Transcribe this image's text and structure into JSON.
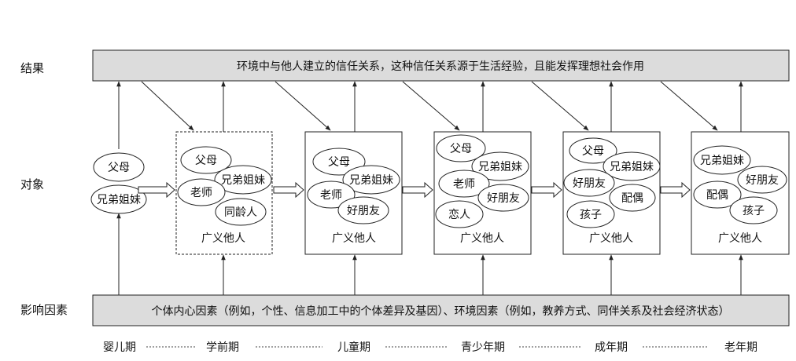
{
  "row_labels": {
    "result": "结果",
    "object": "对象",
    "factors": "影响因素"
  },
  "result_bar": "环境中与他人建立的信任关系，这种信任关系源于生活经验，且能发挥理想社会作用",
  "factors_bar": "个体内心因素（例如，个性、信息加工中的个体差异及基因）、环境因素（例如，教养方式、同伴关系及社会经济状态）",
  "stages": [
    {
      "bubbles": [
        "父母",
        "兄弟姐妹"
      ],
      "box_label": ""
    },
    {
      "bubbles": [
        "父母",
        "兄弟姐妹",
        "老师",
        "同龄人"
      ],
      "box_label": "广义他人"
    },
    {
      "bubbles": [
        "父母",
        "兄弟姐妹",
        "老师",
        "好朋友"
      ],
      "box_label": "广义他人"
    },
    {
      "bubbles": [
        "父母",
        "兄弟姐妹",
        "老师",
        "好朋友",
        "恋人"
      ],
      "box_label": "广义他人"
    },
    {
      "bubbles": [
        "父母",
        "兄弟姐妹",
        "好朋友",
        "配偶",
        "孩子"
      ],
      "box_label": "广义他人"
    },
    {
      "bubbles": [
        "兄弟姐妹",
        "好朋友",
        "配偶",
        "孩子"
      ],
      "box_label": "广义他人"
    }
  ],
  "periods": [
    "婴儿期",
    "学前期",
    "儿童期",
    "青少年期",
    "成年期",
    "老年期"
  ],
  "colors": {
    "bar_fill": "#dcdcdc",
    "line": "#222222"
  }
}
